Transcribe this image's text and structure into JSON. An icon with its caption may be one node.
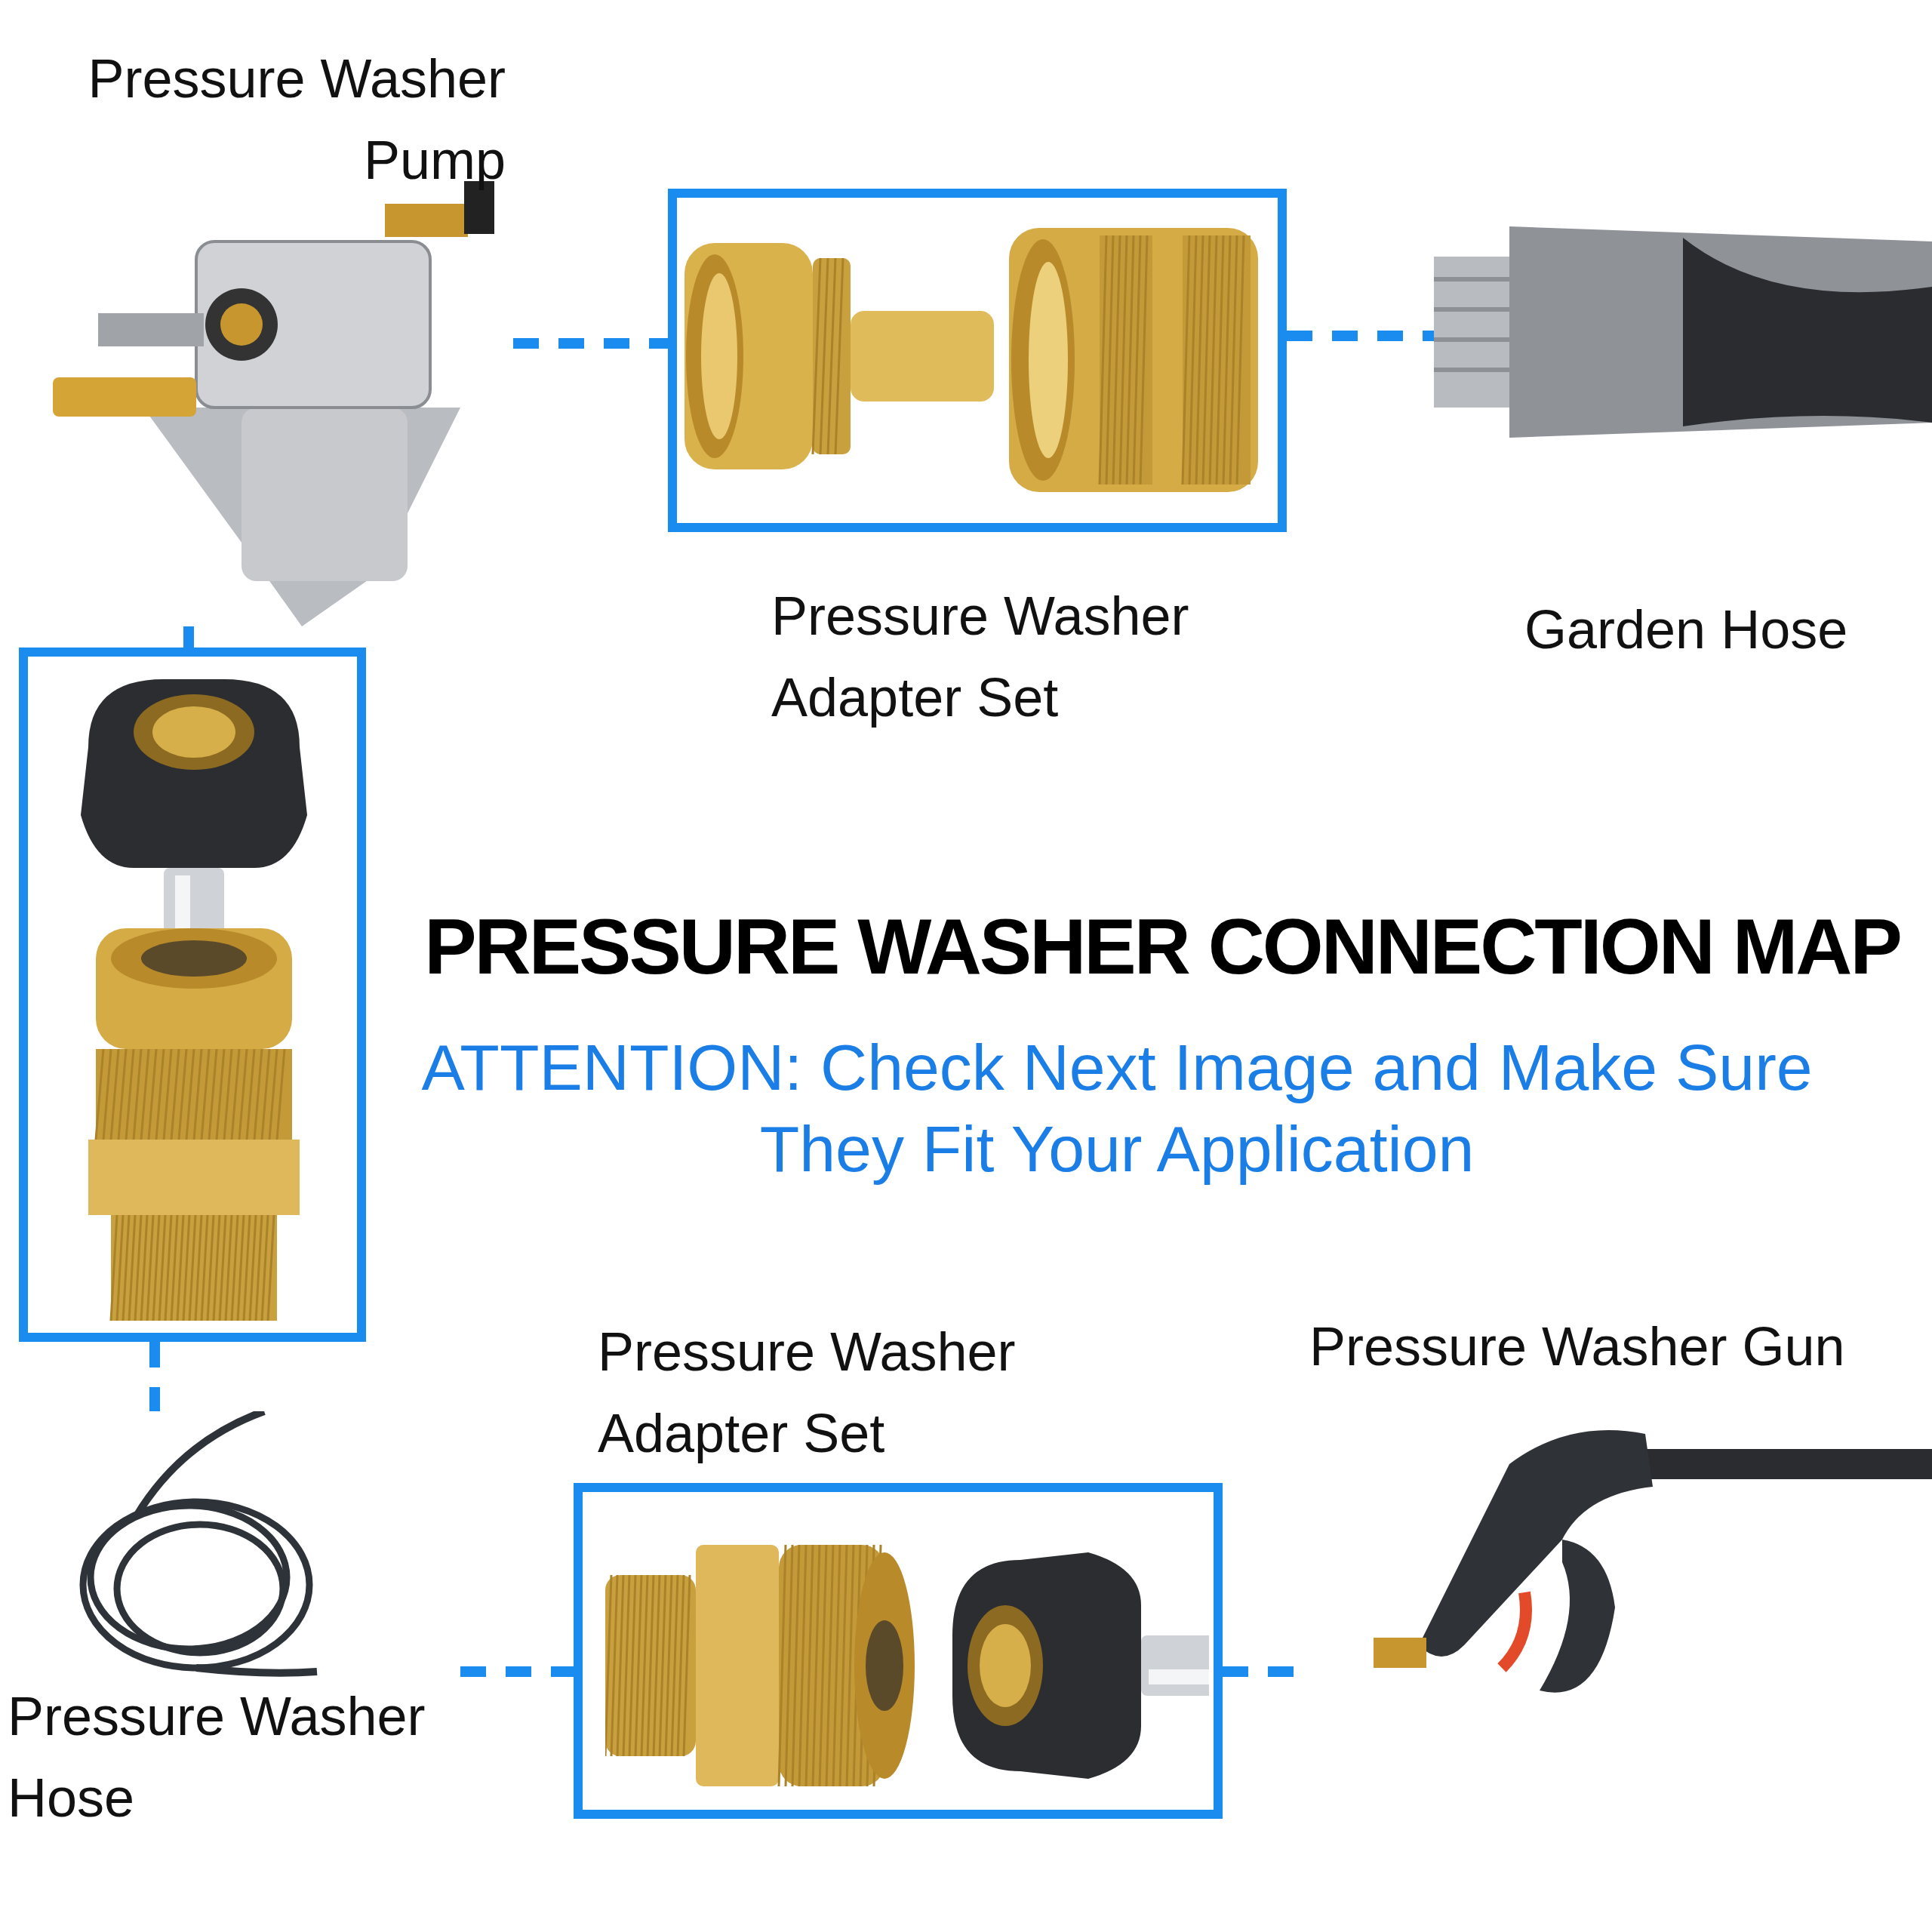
{
  "diagram": {
    "title": "PRESSURE WASHER CONNECTION MAP",
    "nodes": [
      {
        "text": [
          "Pressure Washer Pump"
        ]
      },
      {
        "text": [
          "Pressure Washer Adapter Set"
        ]
      },
      {
        "text": [
          "Garden Hose"
        ]
      },
      {
        "text": [],
        "shape": "box"
      },
      {
        "text": [
          "Pressure Washer Hose"
        ]
      },
      {
        "text": [
          "Pressure Washer Adapter Set"
        ]
      },
      {
        "text": [
          "Pressure Washer Gun"
        ]
      }
    ],
    "edges": [
      {
        "from": 0,
        "to": 1,
        "arrow": "none",
        "style": "dashed"
      },
      {
        "from": 1,
        "to": 2,
        "arrow": "none",
        "style": "dashed"
      },
      {
        "from": 0,
        "to": 3,
        "arrow": "none",
        "style": "dashed"
      },
      {
        "from": 3,
        "to": 4,
        "arrow": "none",
        "style": "dashed"
      },
      {
        "from": 4,
        "to": 5,
        "arrow": "none",
        "style": "dashed"
      },
      {
        "from": 5,
        "to": 6,
        "arrow": "none",
        "style": "dashed"
      }
    ],
    "labels": [
      "ATTENTION: Check Next Image and Make Sure They Fit Your Application"
    ]
  }
}
